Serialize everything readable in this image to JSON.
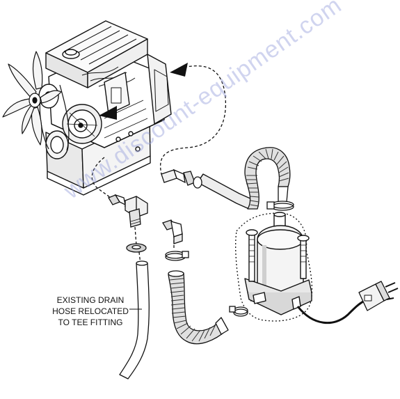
{
  "callout": {
    "lines": [
      "EXISTING DRAIN",
      "HOSE RELOCATED",
      "TO TEE FITTING"
    ]
  },
  "watermark": {
    "text": "www.discount-equipment.com",
    "color": "#9aa3dc"
  },
  "colors": {
    "line": "#111111",
    "shade": "#bdbdbd",
    "hose_corrugation": "#333333",
    "background": "#ffffff"
  },
  "icons": {
    "engine": "engine-drawing",
    "heater": "tank-heater-drawing",
    "plug": "power-plug-drawing"
  }
}
